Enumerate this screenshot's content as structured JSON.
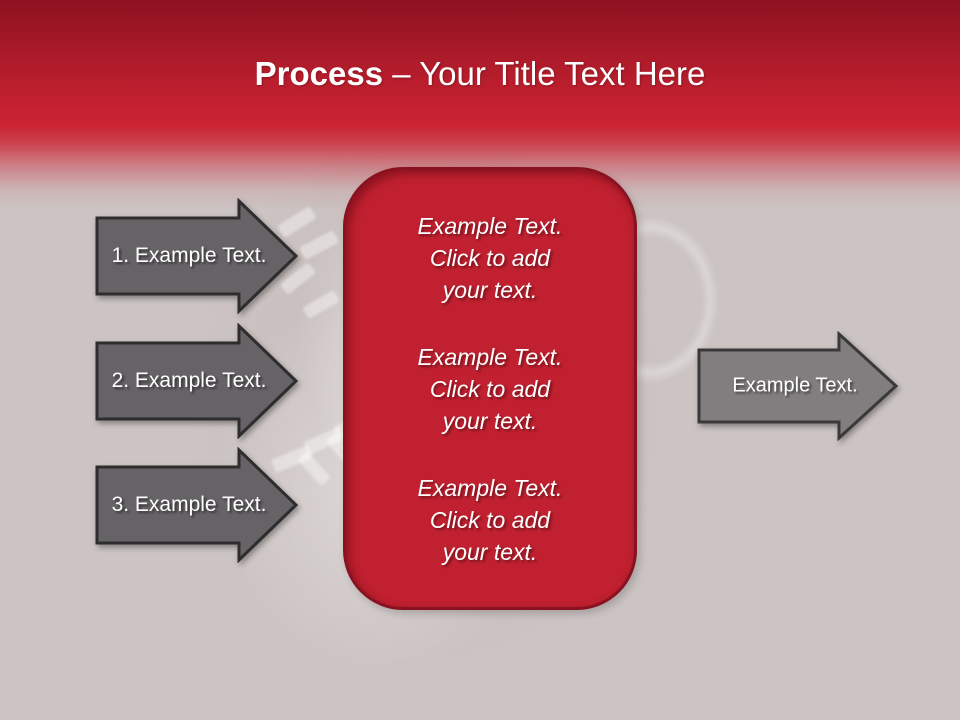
{
  "title": {
    "bold": "Process",
    "rest": " – Your Title Text Here"
  },
  "left_arrows": [
    {
      "label": "1. Example Text."
    },
    {
      "label": "2. Example Text."
    },
    {
      "label": "3. Example Text."
    }
  ],
  "center_box": {
    "paragraphs": [
      "Example Text.\nClick  to add\nyour text.",
      "Example Text.\nClick  to add\nyour text.",
      "Example Text.\nClick  to add\nyour text."
    ]
  },
  "right_arrow": {
    "label": "Example Text."
  },
  "colors": {
    "header_red_dark": "#8e1120",
    "header_red": "#c92433",
    "box_red": "#c0202f",
    "box_border_red": "#8a1220",
    "arrow_gray": "#666366",
    "arrow_gray_light": "#827e7f",
    "arrow_outline": "#2e2d2e",
    "arrow_outline_light": "#3a393a",
    "background": "#ccc4c3",
    "text": "#ffffff"
  }
}
